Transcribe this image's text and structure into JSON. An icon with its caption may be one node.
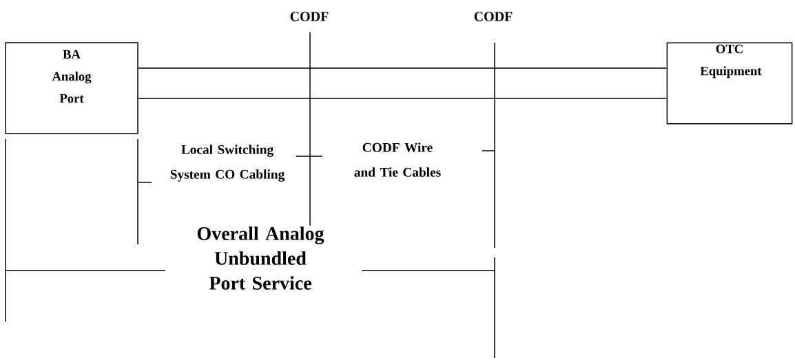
{
  "diagram": {
    "nodes": [
      {
        "text": [
          "BA Analog Port"
        ]
      },
      {
        "text": [
          "OTC Equipment"
        ]
      }
    ],
    "edges": [
      {
        "from": 0,
        "to": 1,
        "arrow": "none"
      },
      {
        "from": 0,
        "to": 1,
        "arrow": "none"
      }
    ],
    "labels": [
      "CODF",
      "CODF",
      "Local Switching System CO Cabling",
      "CODF Wire and Tie Cables",
      "Overall Analog Unbundled Port Service"
    ]
  }
}
